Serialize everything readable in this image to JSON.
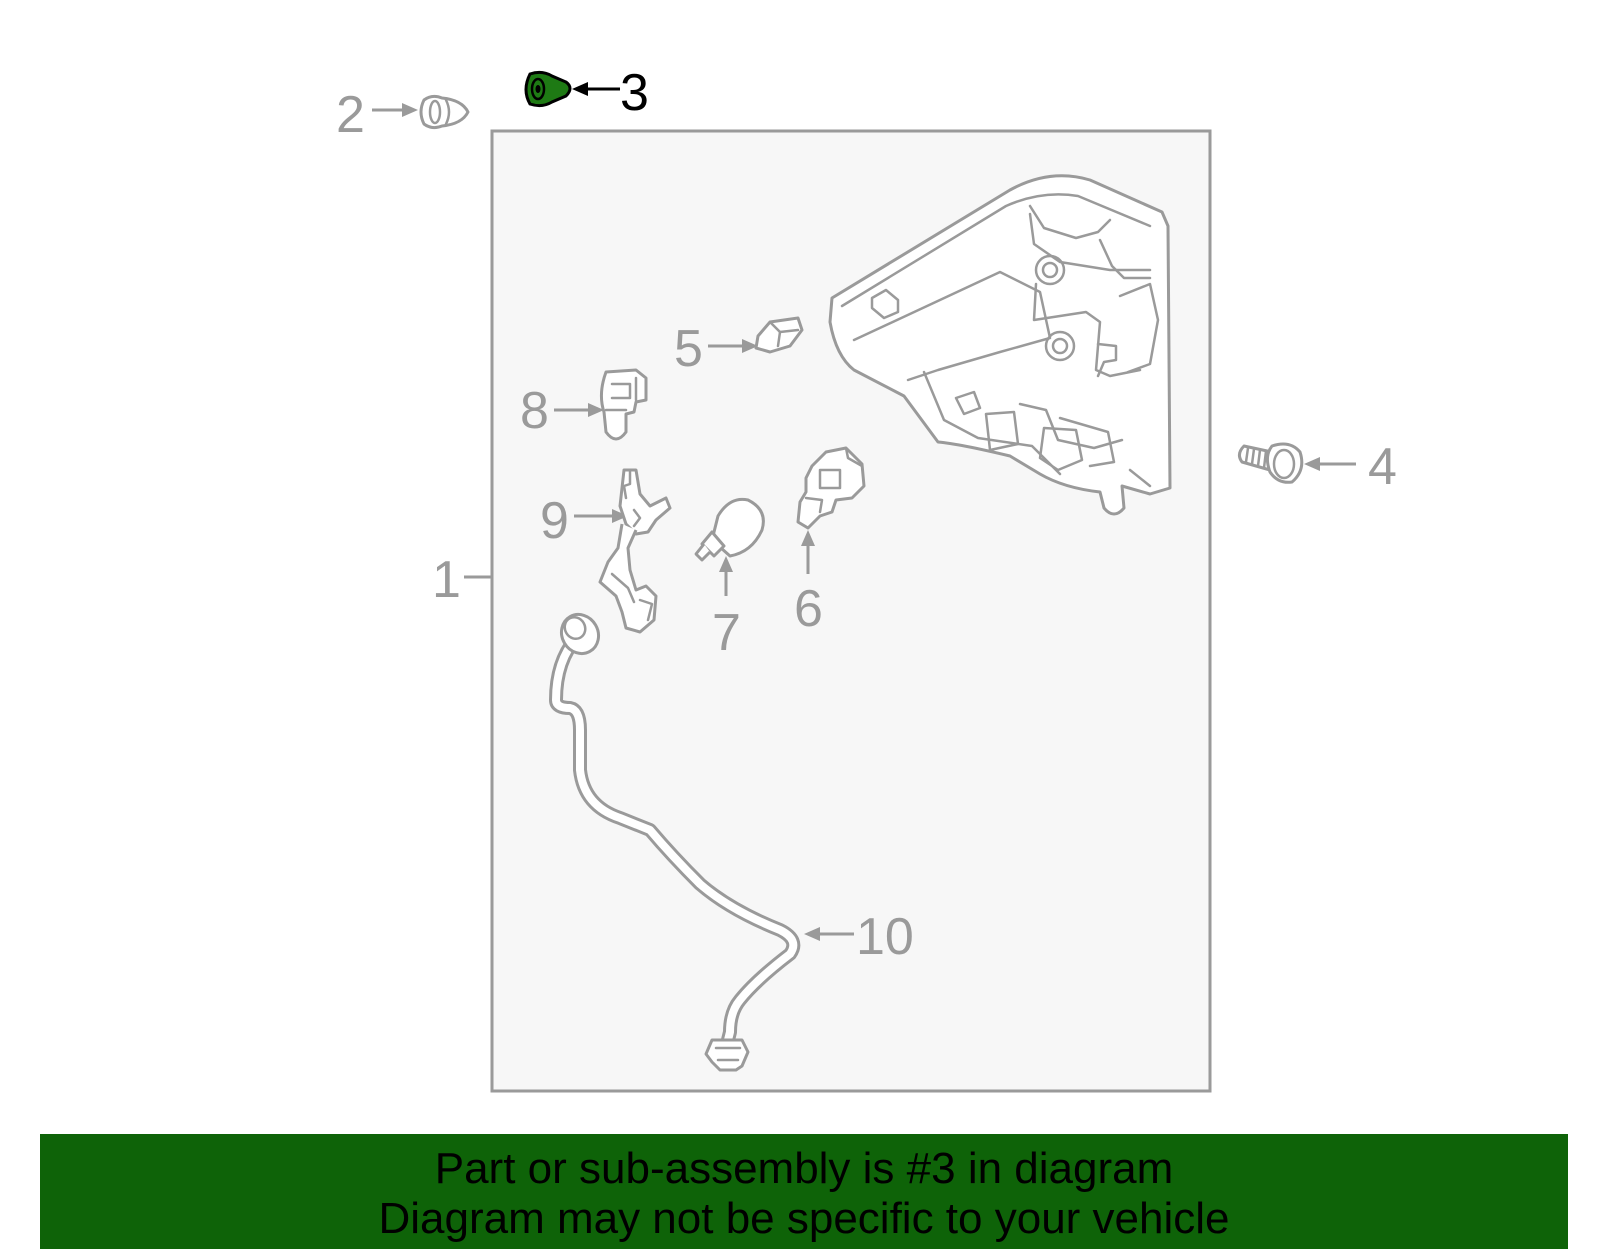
{
  "callouts": [
    {
      "id": "1",
      "label": "1",
      "highlighted": false
    },
    {
      "id": "2",
      "label": "2",
      "highlighted": false
    },
    {
      "id": "3",
      "label": "3",
      "highlighted": true
    },
    {
      "id": "4",
      "label": "4",
      "highlighted": false
    },
    {
      "id": "5",
      "label": "5",
      "highlighted": false
    },
    {
      "id": "6",
      "label": "6",
      "highlighted": false
    },
    {
      "id": "7",
      "label": "7",
      "highlighted": false
    },
    {
      "id": "8",
      "label": "8",
      "highlighted": false
    },
    {
      "id": "9",
      "label": "9",
      "highlighted": false
    },
    {
      "id": "10",
      "label": "10",
      "highlighted": false
    }
  ],
  "colors": {
    "line": "#9a9a9a",
    "highlight_part": "#1e7a14",
    "banner_bg": "#0e6308",
    "panel_bg": "#f7f7f7"
  },
  "banner": {
    "line1": "Part or sub-assembly is #3 in diagram",
    "line2": "Diagram may not be specific to your vehicle"
  }
}
